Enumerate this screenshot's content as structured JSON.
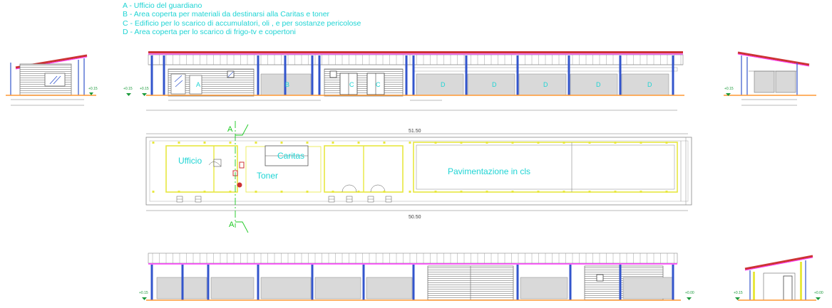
{
  "legend": [
    "A - Ufficio del guardiano",
    "B - Area coperta per materiali da destinarsi alla Caritas e toner",
    "C - Edificio per lo scarico di accumulatori, oli , e per sostanze pericolose",
    "D - Area coperta per lo scarico di frigo-tv e copertoni"
  ],
  "plan": {
    "room_ufficio": "Ufficio",
    "room_caritas": "Caritas",
    "room_toner": "Toner",
    "area_paving": "Pavimentazione in cls",
    "dim_total_top": "51.50",
    "dim_total_bottom": "50.50",
    "section_mark": "A"
  },
  "front_elevation": {
    "marks": [
      "A",
      "B",
      "C",
      "C",
      "D",
      "D",
      "D",
      "D",
      "D"
    ]
  },
  "colors": {
    "roof": "#cc3333",
    "roof_rail": "#ff33ff",
    "column": "#3355cc",
    "cladding": "#d9d9d9",
    "label": "#1fd4d4",
    "section": "#19c81e",
    "outline": "#777777",
    "plan_yellow": "#e8e840",
    "floor": "#ff9933"
  }
}
